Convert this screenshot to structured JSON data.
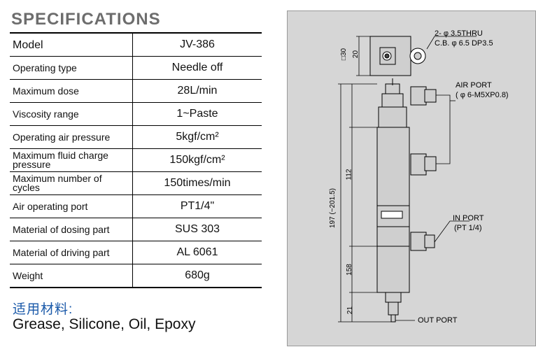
{
  "title": "SPECIFICATIONS",
  "specs": [
    {
      "label": "Model",
      "value": "JV-386"
    },
    {
      "label": "Operating type",
      "value": "Needle off"
    },
    {
      "label": "Maximum dose",
      "value": "28L/min"
    },
    {
      "label": "Viscosity range",
      "value": "1~Paste"
    },
    {
      "label": "Operating air pressure",
      "value": "5kgf/cm²"
    },
    {
      "label": "Maximum fluid charge pressure",
      "value": "150kgf/cm²"
    },
    {
      "label": "Maximum number of cycles",
      "value": "150times/min"
    },
    {
      "label": "Air operating port",
      "value": "PT1/4\""
    },
    {
      "label": "Material of  dosing part",
      "value": "SUS 303"
    },
    {
      "label": "Material of  driving part",
      "value": "AL 6061"
    },
    {
      "label": "Weight",
      "value": "680g"
    }
  ],
  "materials": {
    "title": "适用材料:",
    "text": "Grease, Silicone, Oil, Epoxy"
  },
  "drawing": {
    "hole_note_1": "2- φ 3.5THRU",
    "hole_note_2": "C.B. φ 6.5 DP3.5",
    "air_port_1": "AIR PORT",
    "air_port_2": "( φ 6-M5XP0.8)",
    "in_port_1": "IN PORT",
    "in_port_2": "(PT 1/4)",
    "out_port": "OUT PORT",
    "dim_square": "□30",
    "dim_20": "20",
    "dim_112": "112",
    "dim_total": "197 (~201.5)",
    "dim_158": "158",
    "dim_21": "21"
  }
}
